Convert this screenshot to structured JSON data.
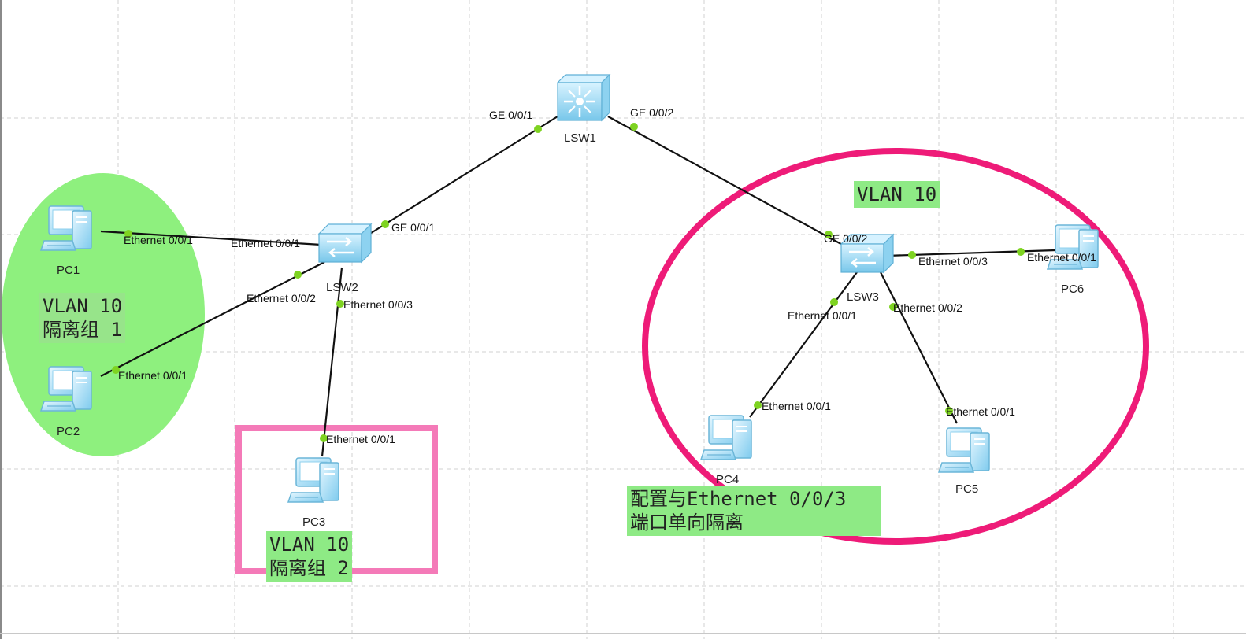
{
  "colors": {
    "grid": "#d0d0d0",
    "green_region": "#8ef07e",
    "label_bg": "#8eea85",
    "pink_box": "#f47ab8",
    "magenta_ring": "#ee1b78",
    "port_dot": "#7ed321",
    "link": "#111111",
    "device": "#9fdcf5"
  },
  "devices": {
    "lsw1": "LSW1",
    "lsw2": "LSW2",
    "lsw3": "LSW3",
    "pc1": "PC1",
    "pc2": "PC2",
    "pc3": "PC3",
    "pc4": "PC4",
    "pc5": "PC5",
    "pc6": "PC6"
  },
  "ports": {
    "lsw1_ge001": "GE 0/0/1",
    "lsw1_ge002": "GE 0/0/2",
    "lsw2_ge001": "GE 0/0/1",
    "lsw2_e001": "Ethernet 0/0/1",
    "lsw2_e002": "Ethernet 0/0/2",
    "lsw2_e003": "Ethernet 0/0/3",
    "pc1_e001": "Ethernet 0/0/1",
    "pc2_e001": "Ethernet 0/0/1",
    "pc3_e001": "Ethernet 0/0/1",
    "lsw3_ge002": "GE 0/0/2",
    "lsw3_e001": "Ethernet 0/0/1",
    "lsw3_e002": "Ethernet 0/0/2",
    "lsw3_e003": "Ethernet 0/0/3",
    "pc4_e001": "Ethernet 0/0/1",
    "pc5_e001": "Ethernet 0/0/1",
    "pc6_e001": "Ethernet 0/0/1"
  },
  "notes": {
    "group1": "VLAN 10\n隔离组 1",
    "group2": "VLAN 10\n隔离组 2",
    "vlan_right": "VLAN 10",
    "isolation": "配置与Ethernet 0/0/3\n端口单向隔离"
  }
}
